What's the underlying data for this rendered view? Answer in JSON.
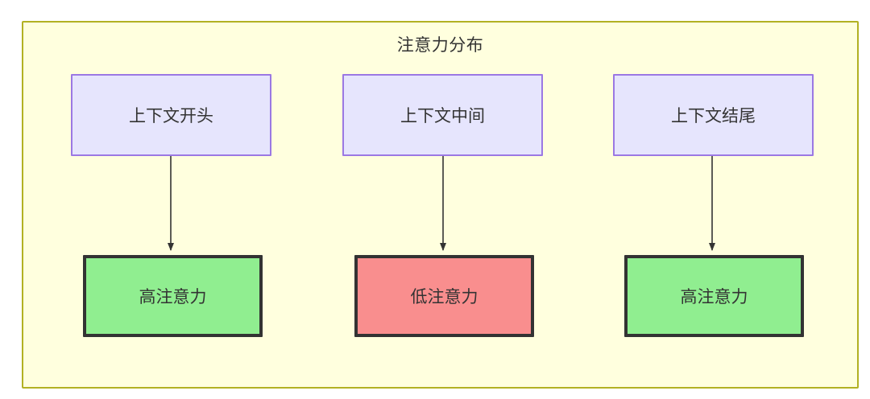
{
  "diagram": {
    "title": "注意力分布",
    "type": "flowchart",
    "colors": {
      "container_fill": "#ffffde",
      "container_border": "#b2b123",
      "source_fill": "#e6e5fd",
      "source_border": "#9b78e3",
      "high_fill": "#90ee90",
      "low_fill": "#f98e8e",
      "node_border": "#333333",
      "edge": "#333333"
    },
    "nodes": [
      {
        "id": "ctx-start",
        "label": "上下文开头",
        "style": "source"
      },
      {
        "id": "ctx-middle",
        "label": "上下文中间",
        "style": "source"
      },
      {
        "id": "ctx-end",
        "label": "上下文结尾",
        "style": "source"
      },
      {
        "id": "attn-high-left",
        "label": "高注意力",
        "style": "high"
      },
      {
        "id": "attn-low-middle",
        "label": "低注意力",
        "style": "low"
      },
      {
        "id": "attn-high-right",
        "label": "高注意力",
        "style": "high"
      }
    ],
    "edges": [
      {
        "from": "ctx-start",
        "to": "attn-high-left",
        "arrow": "solid"
      },
      {
        "from": "ctx-middle",
        "to": "attn-low-middle",
        "arrow": "solid"
      },
      {
        "from": "ctx-end",
        "to": "attn-high-right",
        "arrow": "solid"
      }
    ]
  }
}
